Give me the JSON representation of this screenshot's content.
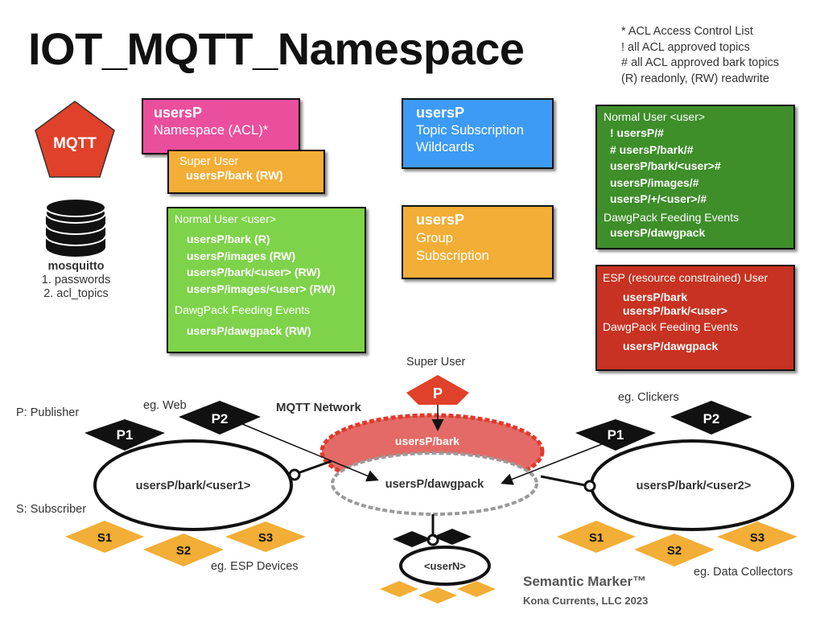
{
  "title": "IOT_MQTT_Namespace",
  "legend": [
    "* ACL Access Control List",
    "! all ACL approved topics",
    "# all ACL approved bark topics",
    "(R) readonly, (RW) readwrite"
  ],
  "mqtt_logo": {
    "label": "MQTT",
    "color": "#e0412a"
  },
  "mosquitto": {
    "name": "mosquitto",
    "items": [
      "1. passwords",
      "2. acl_topics"
    ]
  },
  "boxes": {
    "namespace": {
      "title": "usersP",
      "subtitle": "Namespace (ACL)*",
      "color": "#ea4f9d"
    },
    "topic_sub": {
      "title": "usersP",
      "lines": [
        "Topic Subscription",
        "Wildcards"
      ],
      "color": "#3d9bf5"
    },
    "group_sub": {
      "title": "usersP",
      "lines": [
        "Group",
        "Subscription"
      ],
      "color": "#f2ae36"
    },
    "super_user": {
      "heading": "Super User",
      "topic": "usersP/bark  (RW)",
      "color": "#f2ae36"
    },
    "normal_user_light": {
      "heading": "Normal User <user>",
      "topics": [
        "usersP/bark  (R)",
        "usersP/images (RW)",
        "usersP/bark/<user> (RW)",
        "usersP/images/<user> (RW)"
      ],
      "events_heading": "DawgPack Feeding Events",
      "events_topic": "usersP/dawgpack (RW)",
      "color": "#7ed34a"
    },
    "normal_user_dark": {
      "heading": "Normal User <user>",
      "topics": [
        "! usersP/#",
        "# usersP/bark/#",
        "usersP/bark/<user>#",
        "usersP/images/#",
        "usersP/+/<user>/#"
      ],
      "events_heading": "DawgPack Feeding Events",
      "events_topic": "usersP/dawgpack",
      "color": "#3e8e2a"
    },
    "esp_user": {
      "heading": "ESP (resource constrained) User",
      "topics": [
        "usersP/bark",
        "usersP/bark/<user>"
      ],
      "events_heading": "DawgPack Feeding Events",
      "events_topic": "usersP/dawgpack",
      "color": "#c83222"
    }
  },
  "diagram": {
    "super_user_label": "Super User",
    "network_label": "MQTT Network",
    "publisher_label": "P: Publisher",
    "subscriber_label": "S: Subscriber",
    "eg_web": "eg. Web",
    "eg_clickers": "eg. Clickers",
    "eg_esp": "eg. ESP Devices",
    "eg_collectors": "eg. Data Collectors",
    "topic_bark": "usersP/bark",
    "topic_dawgpack": "usersP/dawgpack",
    "user1": "usersP/bark/<user1>",
    "user2": "usersP/bark/<user2>",
    "userN": "<userN>",
    "publishers": {
      "p": "P",
      "p1": "P1",
      "p2": "P2"
    },
    "subscribers": {
      "s1": "S1",
      "s2": "S2",
      "s3": "S3"
    }
  },
  "footer": {
    "brand": "Semantic Marker™",
    "company": "Kona Currents, LLC 2023"
  }
}
